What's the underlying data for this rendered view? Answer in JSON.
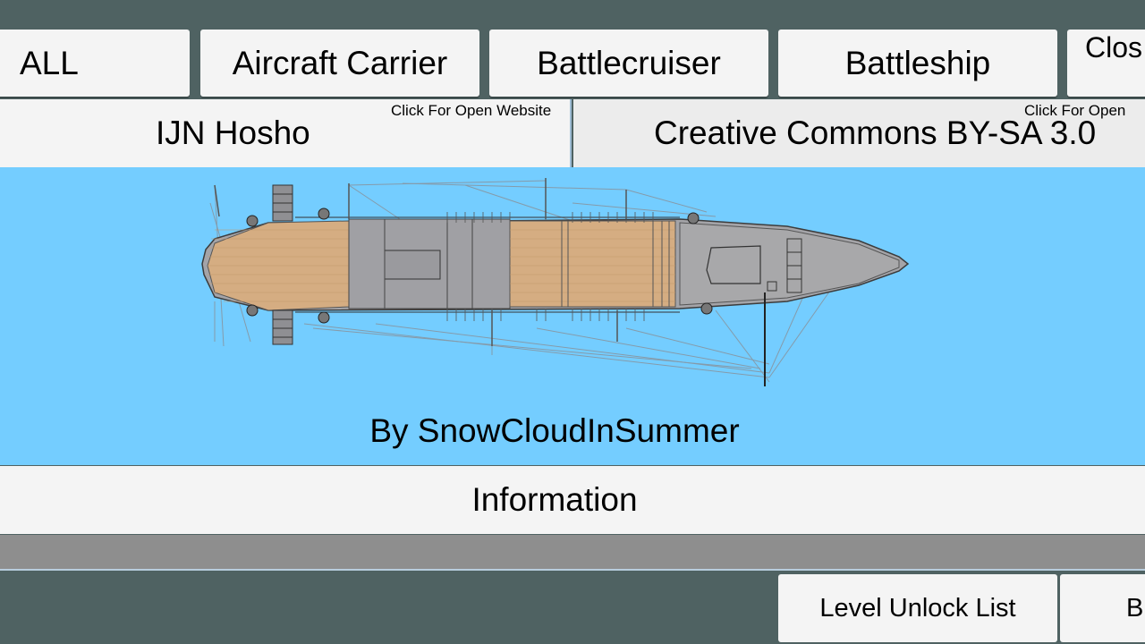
{
  "tabs": {
    "all": "ALL",
    "aircraft_carrier": "Aircraft Carrier",
    "battlecruiser": "Battlecruiser",
    "battleship": "Battleship",
    "close": "Clos"
  },
  "ship_info": {
    "name": "IJN Hosho",
    "name_hint": "Click For Open Website",
    "license": "Creative Commons BY-SA 3.0",
    "license_hint": "Click For Open"
  },
  "preview": {
    "author": "By SnowCloudInSummer",
    "background_color": "#74cdff"
  },
  "information_button": "Information",
  "bottom": {
    "level_unlock": "Level Unlock List",
    "b": "B"
  },
  "colors": {
    "frame": "#4f6262",
    "button": "#f4f4f4",
    "deck_wood": "#d5ad82",
    "hull_gray": "#a4a4a8"
  }
}
